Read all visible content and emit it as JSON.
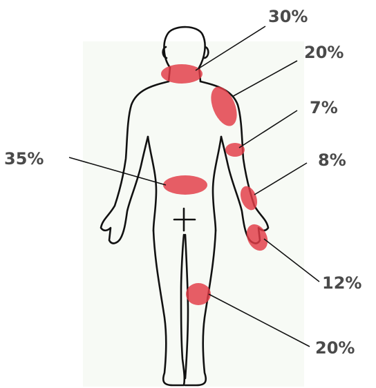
{
  "diagram": {
    "accent_color": "#e23a45",
    "regions": [
      {
        "id": "neck",
        "label": "30%"
      },
      {
        "id": "shoulder",
        "label": "20%"
      },
      {
        "id": "elbow",
        "label": "7%"
      },
      {
        "id": "forearm",
        "label": "8%"
      },
      {
        "id": "hand",
        "label": "12%"
      },
      {
        "id": "lower-back",
        "label": "35%"
      },
      {
        "id": "knee",
        "label": "20%"
      }
    ]
  }
}
